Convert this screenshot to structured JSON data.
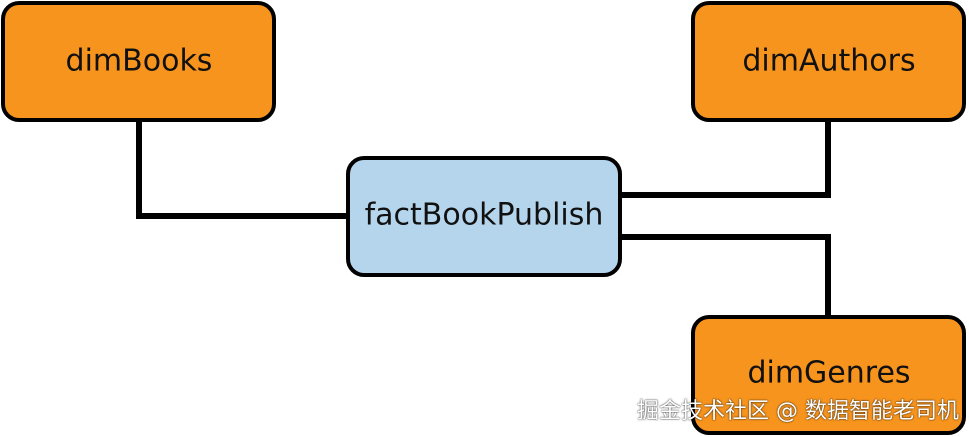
{
  "colors": {
    "dimension_fill": "#f7941d",
    "fact_fill": "#b4d5ec",
    "stroke": "#000000"
  },
  "nodes": {
    "dim_books": {
      "label": "dimBooks"
    },
    "dim_authors": {
      "label": "dimAuthors"
    },
    "fact_book_publish": {
      "label": "factBookPublish"
    },
    "dim_genres": {
      "label": "dimGenres"
    }
  },
  "watermark": {
    "text": "掘金技术社区 @ 数据智能老司机"
  }
}
